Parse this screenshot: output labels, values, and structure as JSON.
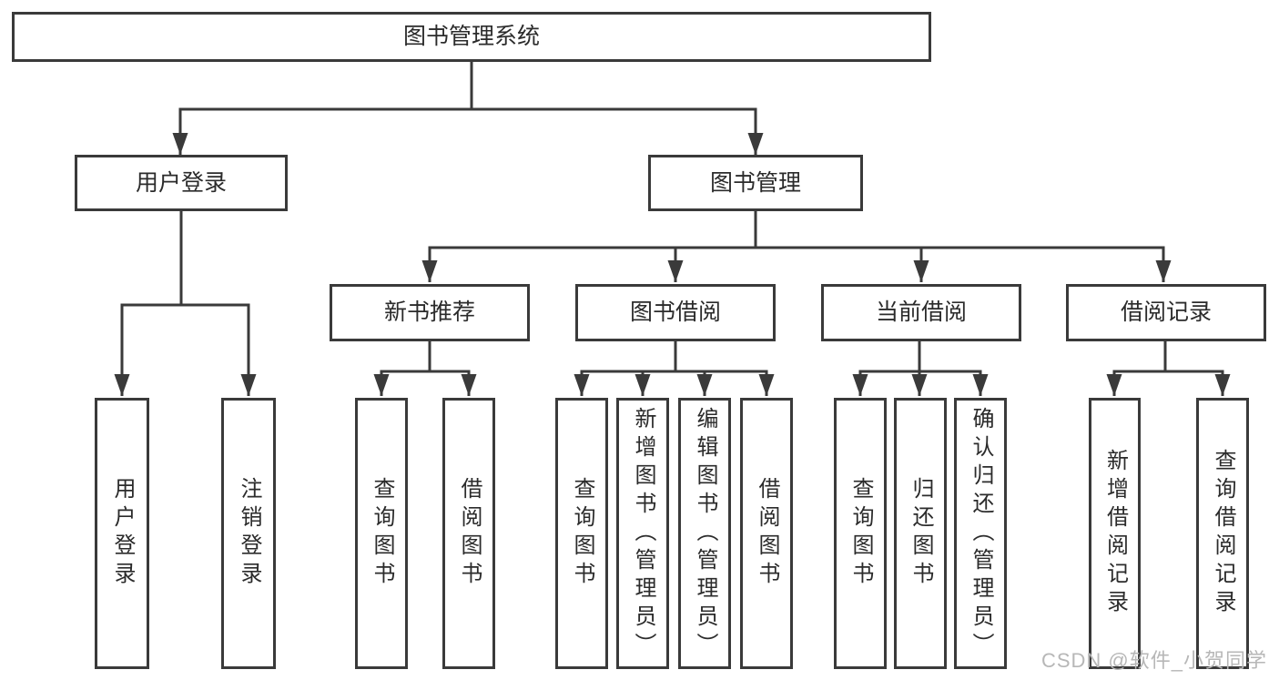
{
  "diagram": {
    "root": {
      "label": "图书管理系统"
    },
    "branches": [
      {
        "label": "用户登录",
        "children": [
          "用户登录",
          "注销登录"
        ]
      },
      {
        "label": "图书管理"
      }
    ],
    "modules": [
      {
        "label": "新书推荐",
        "children": [
          "查询图书",
          "借阅图书"
        ]
      },
      {
        "label": "图书借阅",
        "children": [
          "查询图书",
          "新增图书（管理员）",
          "编辑图书（管理员）",
          "借阅图书"
        ]
      },
      {
        "label": "当前借阅",
        "children": [
          "查询图书",
          "归还图书",
          "确认归还（管理员）"
        ]
      },
      {
        "label": "借阅记录",
        "children": [
          "新增借阅记录",
          "查询借阅记录"
        ]
      }
    ]
  },
  "watermark": {
    "text": "CSDN @软件_小贺同学"
  },
  "colors": {
    "line": "#3a3a3a",
    "box_border": "#3a3a3a",
    "text": "#2b2b2b",
    "background": "#ffffff",
    "watermark": "#b7b7b7"
  }
}
